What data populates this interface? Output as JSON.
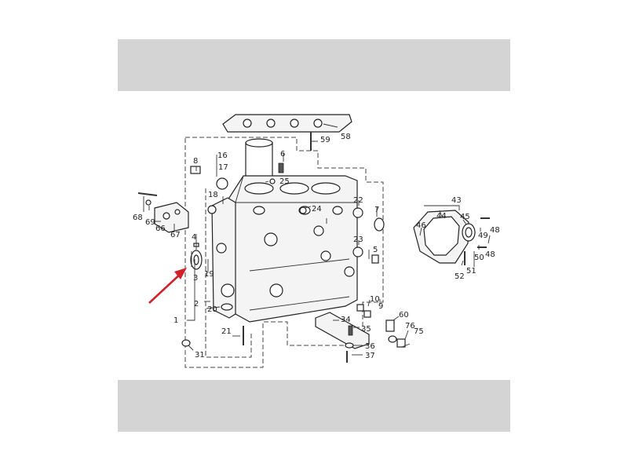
{
  "colors": {
    "band": "#d4d4d4",
    "arrow": "#d0202a",
    "ink": "#222222"
  },
  "labels": {
    "l1": "1",
    "l2": "2",
    "l3": "3",
    "l4": "4",
    "l5": "5",
    "l6": "6",
    "l7": "7",
    "l8": "8",
    "l9": "9",
    "l10": "10",
    "l16": "16",
    "l17": "17",
    "l18": "18",
    "l19": "19",
    "l20": "20",
    "l21": "21",
    "l22": "22",
    "l23": "23",
    "l24": "24",
    "l25": "25",
    "l31": "31",
    "l34": "34",
    "l35": "35",
    "l36": "36",
    "l37": "37",
    "l43": "43",
    "l44": "44",
    "l45": "45",
    "l46": "46",
    "l48a": "48",
    "l48b": "48",
    "l49": "49",
    "l50": "50",
    "l51": "51",
    "l52": "52",
    "l58": "58",
    "l59": "59",
    "l60": "60",
    "l66": "66",
    "l67": "67",
    "l68": "68",
    "l69": "69",
    "l75": "75",
    "l76": "76"
  }
}
